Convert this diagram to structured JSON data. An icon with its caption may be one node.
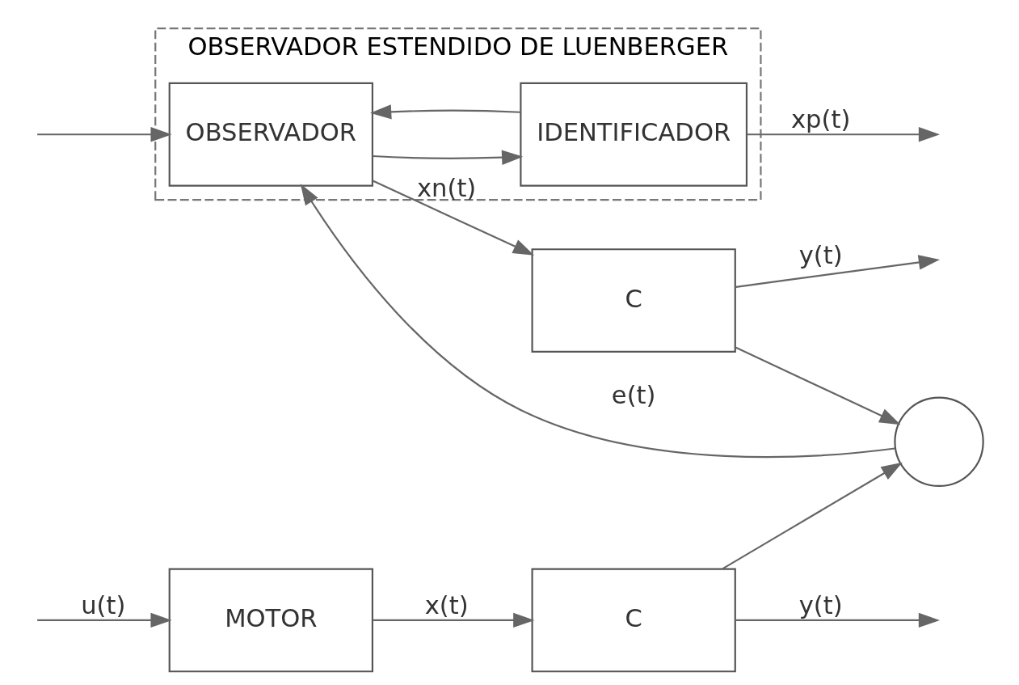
{
  "diagram": {
    "nodes": [
      {
        "text": [
          "MOTOR"
        ]
      },
      {
        "text": [
          "C"
        ]
      },
      {
        "text": [],
        "shape": "circle"
      },
      {
        "text": [
          "OBSERVADOR ESTENDIDO DE LUENBERGER"
        ]
      },
      {
        "text": [
          "OBSERVADOR"
        ],
        "in": 3
      },
      {
        "text": [
          "C"
        ]
      },
      {
        "text": [
          "IDENTIFICADOR"
        ],
        "in": 3
      }
    ],
    "edges": [
      {
        "from": null,
        "to": 0,
        "arrow": "to",
        "label": "u(t)"
      },
      {
        "from": null,
        "to": 4,
        "arrow": "to"
      },
      {
        "from": 0,
        "to": 1,
        "arrow": "to",
        "label": "x(t)"
      },
      {
        "from": 1,
        "to": null,
        "arrow": "to",
        "label": "y(t)"
      },
      {
        "from": 1,
        "to": 2,
        "arrow": "to"
      },
      {
        "from": 2,
        "to": 4,
        "arrow": "to",
        "label": "e(t)"
      },
      {
        "from": 4,
        "to": 5,
        "arrow": "to",
        "label": "xn(t)"
      },
      {
        "from": 5,
        "to": null,
        "arrow": "to",
        "label": "y(t)"
      },
      {
        "from": 5,
        "to": 2,
        "arrow": "to"
      },
      {
        "from": 4,
        "to": 6,
        "arrow": "to"
      },
      {
        "from": 6,
        "to": null,
        "arrow": "to",
        "label": "xp(t)"
      },
      {
        "from": 6,
        "to": 4,
        "arrow": "to"
      }
    ]
  }
}
